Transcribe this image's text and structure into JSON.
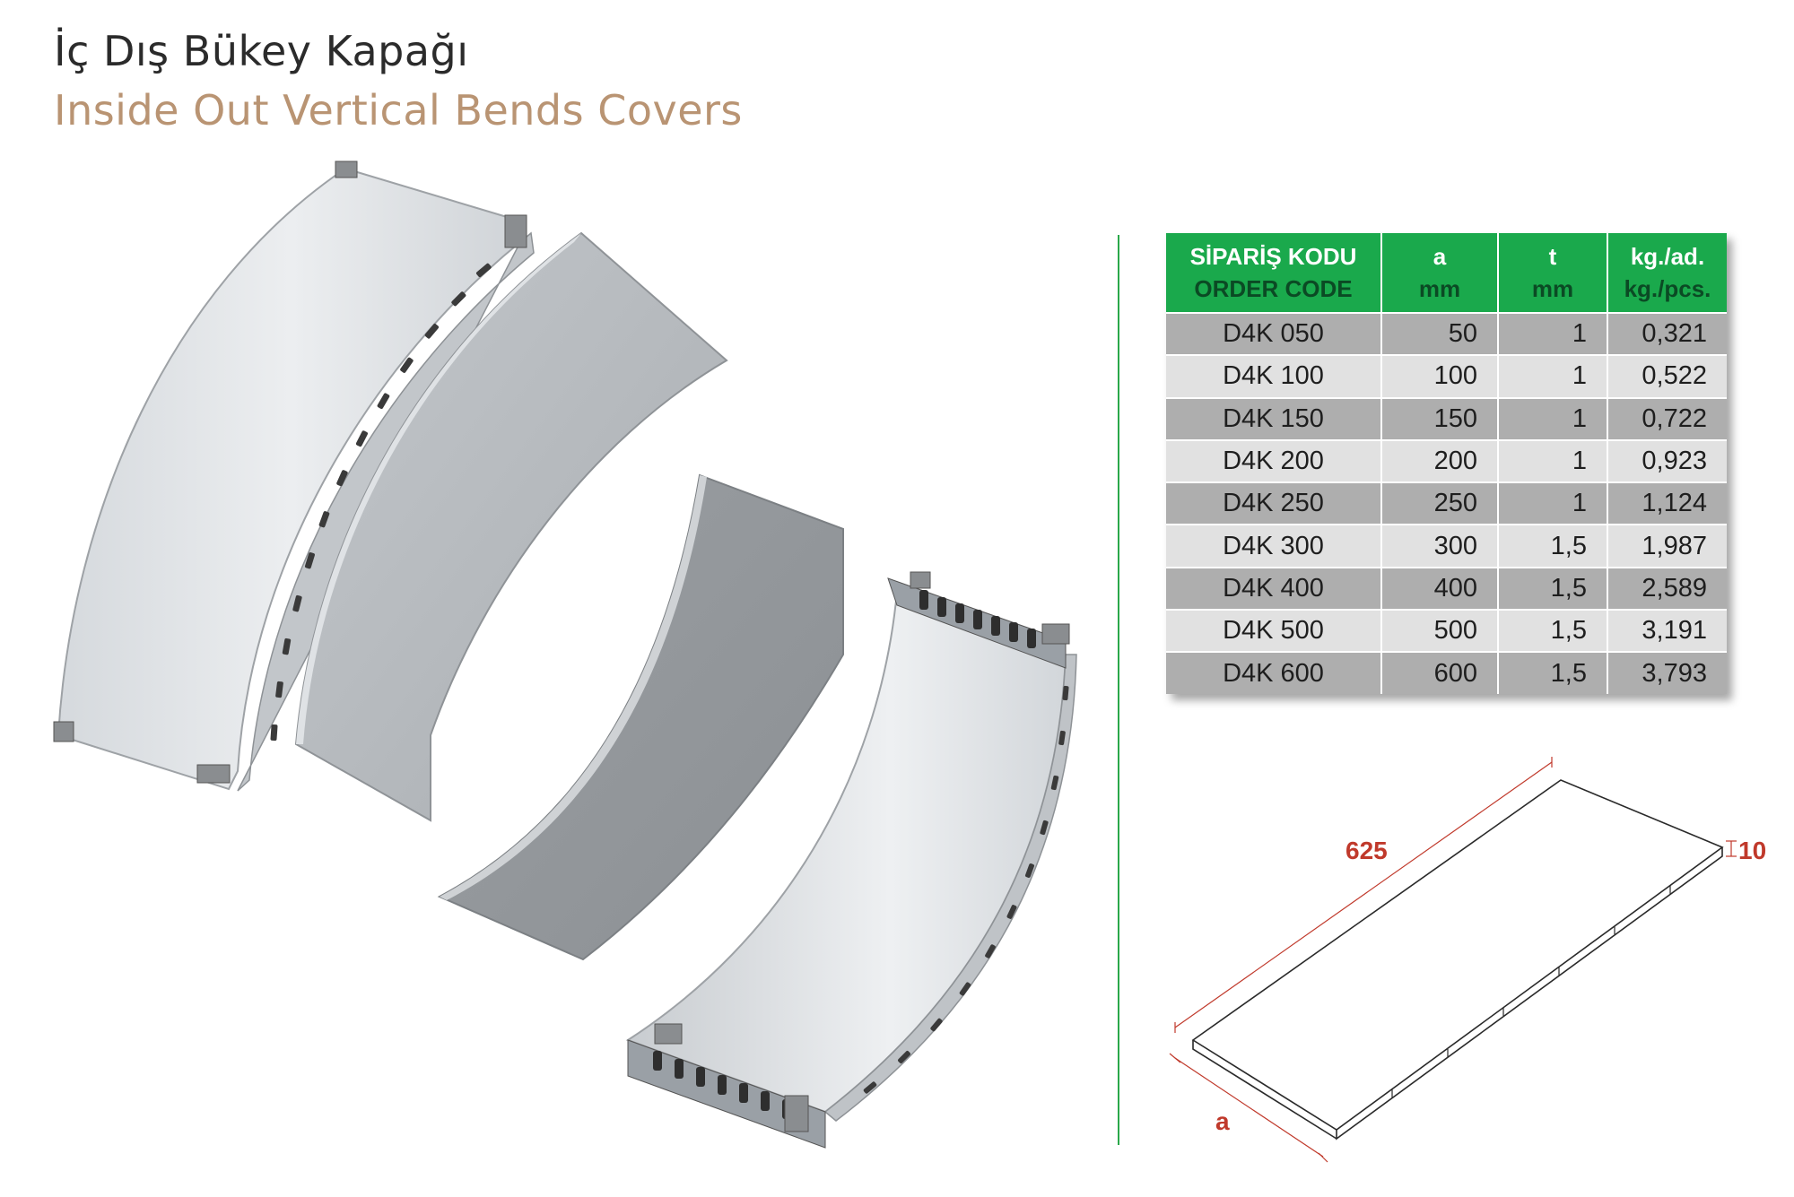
{
  "title_tr": "İç Dış Bükey Kapağı",
  "title_en": "Inside Out Vertical Bends Covers",
  "table": {
    "headers": [
      {
        "top": "SİPARİŞ KODU",
        "bottom": "ORDER CODE"
      },
      {
        "top": "a",
        "bottom": "mm"
      },
      {
        "top": "t",
        "bottom": "mm"
      },
      {
        "top": "kg./ad.",
        "bottom": "kg./pcs."
      }
    ],
    "rows": [
      [
        "D4K 050",
        "50",
        "1",
        "0,321"
      ],
      [
        "D4K 100",
        "100",
        "1",
        "0,522"
      ],
      [
        "D4K 150",
        "150",
        "1",
        "0,722"
      ],
      [
        "D4K 200",
        "200",
        "1",
        "0,923"
      ],
      [
        "D4K 250",
        "250",
        "1",
        "1,124"
      ],
      [
        "D4K 300",
        "300",
        "1,5",
        "1,987"
      ],
      [
        "D4K 400",
        "400",
        "1,5",
        "2,589"
      ],
      [
        "D4K 500",
        "500",
        "1,5",
        "3,191"
      ],
      [
        "D4K 600",
        "600",
        "1,5",
        "3,793"
      ]
    ]
  },
  "diagram": {
    "length_label": "625",
    "height_label": "10",
    "width_label": "a"
  },
  "colors": {
    "accent_green": "#1aa94c",
    "title_tan": "#b99473",
    "dimension_red": "#c0392b"
  }
}
